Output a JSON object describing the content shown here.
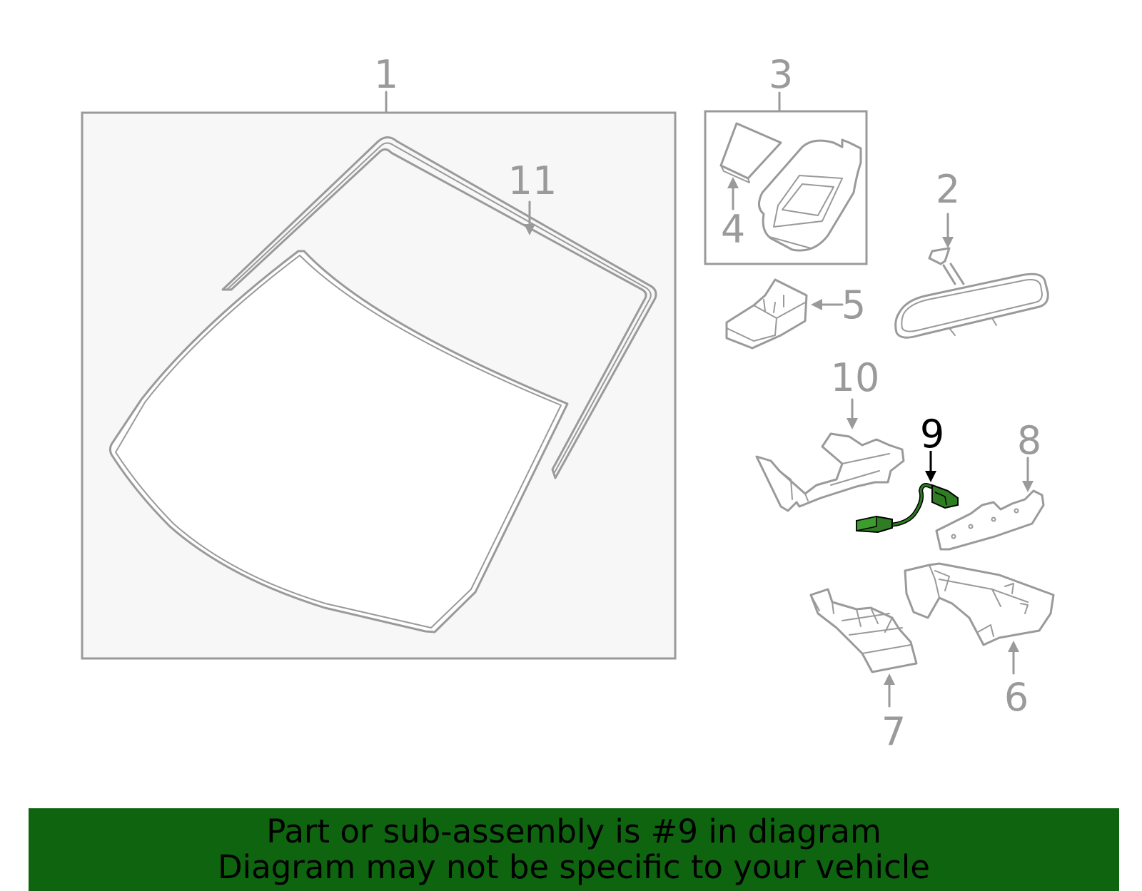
{
  "colors": {
    "line": "#9a9a9a",
    "highlight_fill": "#2f7d22",
    "highlight_stroke": "#000000",
    "banner_bg": "#0f6410",
    "panel_bg": "#f7f7f7"
  },
  "callouts": {
    "c1": "1",
    "c2": "2",
    "c3": "3",
    "c4": "4",
    "c5": "5",
    "c6": "6",
    "c7": "7",
    "c8": "8",
    "c9": "9",
    "c10": "10",
    "c11": "11"
  },
  "highlighted_part": "9",
  "banner": {
    "line1": "Part or sub-assembly is #9 in diagram",
    "line2": "Diagram may not be specific to your vehicle"
  }
}
